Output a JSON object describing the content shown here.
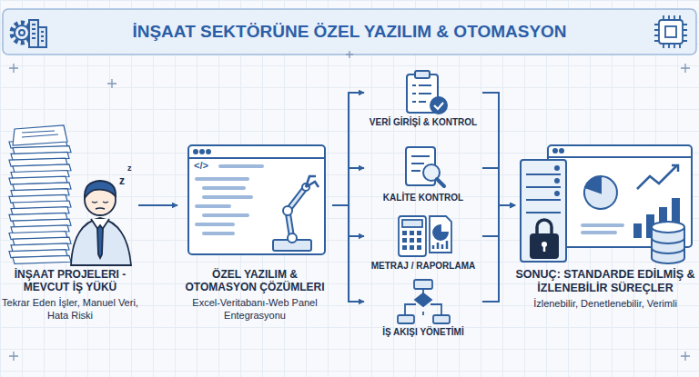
{
  "diagram": {
    "title": "İNŞAAT SEKTÖRÜNE ÖZEL YAZILIM & OTOMASYON",
    "nodes": [
      {
        "text": [
          "İNŞAAT PROJELERI - MEVCUT İŞ YÜKÜ",
          "Tekrar Eden İşler, Manuel Veri, Hata Riski"
        ]
      },
      {
        "text": [
          "ÖZEL YAZILIM & OTOMASYON ÇÖZÜMLERI",
          "Excel-Veritabanı-Web Panel Entegrasyonu"
        ]
      },
      {
        "text": [
          "VERİ GİRİŞİ & KONTROL"
        ]
      },
      {
        "text": [
          "KALİTE KONTROL"
        ]
      },
      {
        "text": [
          "METRAJ / RAPORLAMA"
        ]
      },
      {
        "text": [
          "İŞ AKIŞI YÖNETİMİ"
        ]
      },
      {
        "text": [
          "SONUÇ: STANDARDE EDİLMİŞ & İZLENEBİLİR SÜREÇLER",
          "İzlenebilir, Denetlenebilir, Verimli"
        ]
      }
    ],
    "edges": [
      {
        "from": 0,
        "to": 1,
        "arrow": "to"
      },
      {
        "from": 1,
        "to": 2,
        "arrow": "to"
      },
      {
        "from": 1,
        "to": 3,
        "arrow": "to"
      },
      {
        "from": 1,
        "to": 4,
        "arrow": "to"
      },
      {
        "from": 1,
        "to": 5,
        "arrow": "to"
      },
      {
        "from": 2,
        "to": 6,
        "arrow": "to"
      },
      {
        "from": 3,
        "to": 6,
        "arrow": "to"
      },
      {
        "from": 4,
        "to": 6,
        "arrow": "to"
      },
      {
        "from": 5,
        "to": 6,
        "arrow": "to"
      }
    ],
    "labels": [
      "</>",
      "z",
      "z"
    ]
  }
}
